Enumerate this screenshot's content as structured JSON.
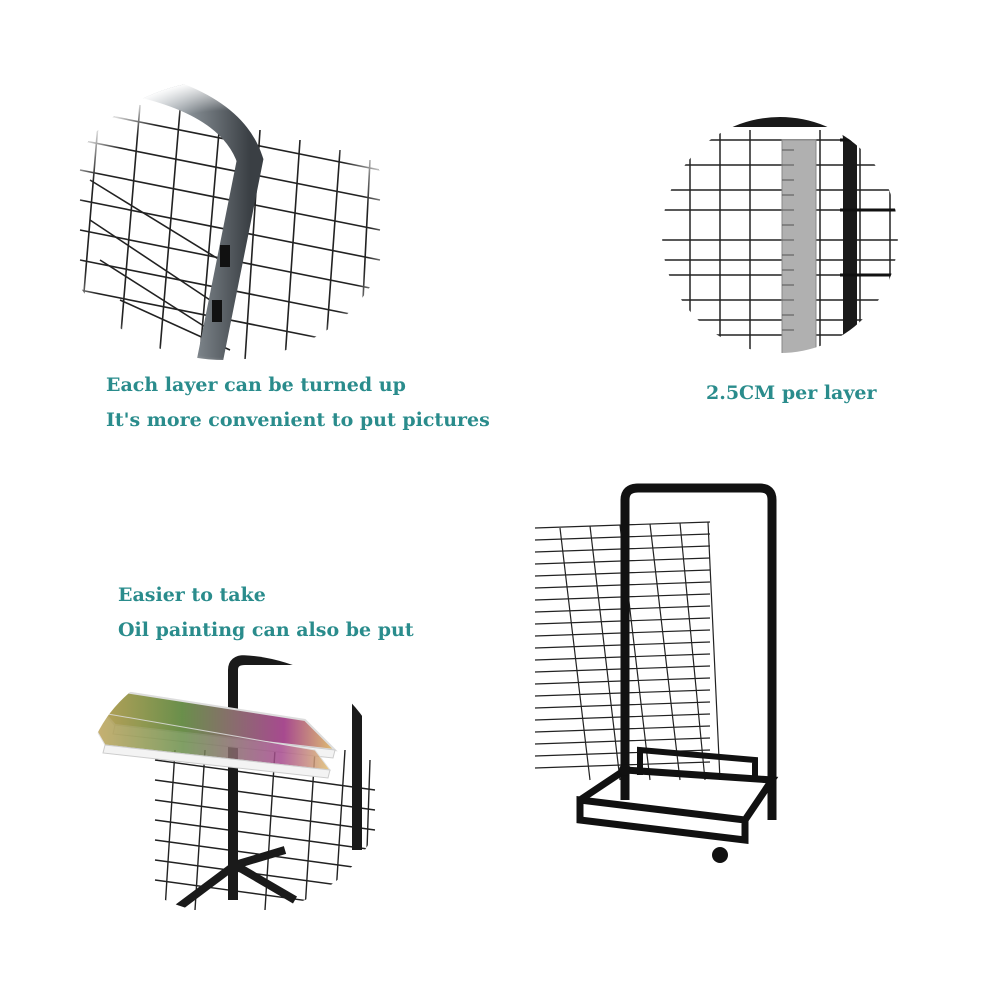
{
  "captions": {
    "top_left": [
      "Each layer can be turned up",
      "It's more convenient to put pictures"
    ],
    "top_right": [
      "2.5CM per layer"
    ],
    "bottom_left": [
      "Easier to take",
      "Oil painting can also be put"
    ]
  },
  "colors": {
    "caption_text": "#2a8c8c",
    "rack_frame": "#1a1a1a",
    "wire": "#222222",
    "ruler": "#b0b0b0",
    "background": "#ffffff"
  },
  "images": [
    {
      "name": "closeup-hinged-layer",
      "description_visible": false
    },
    {
      "name": "closeup-ruler-spacing",
      "description_visible": false
    },
    {
      "name": "rack-with-paintings",
      "description_visible": false
    },
    {
      "name": "full-drying-rack-on-wheels",
      "description_visible": false
    }
  ]
}
